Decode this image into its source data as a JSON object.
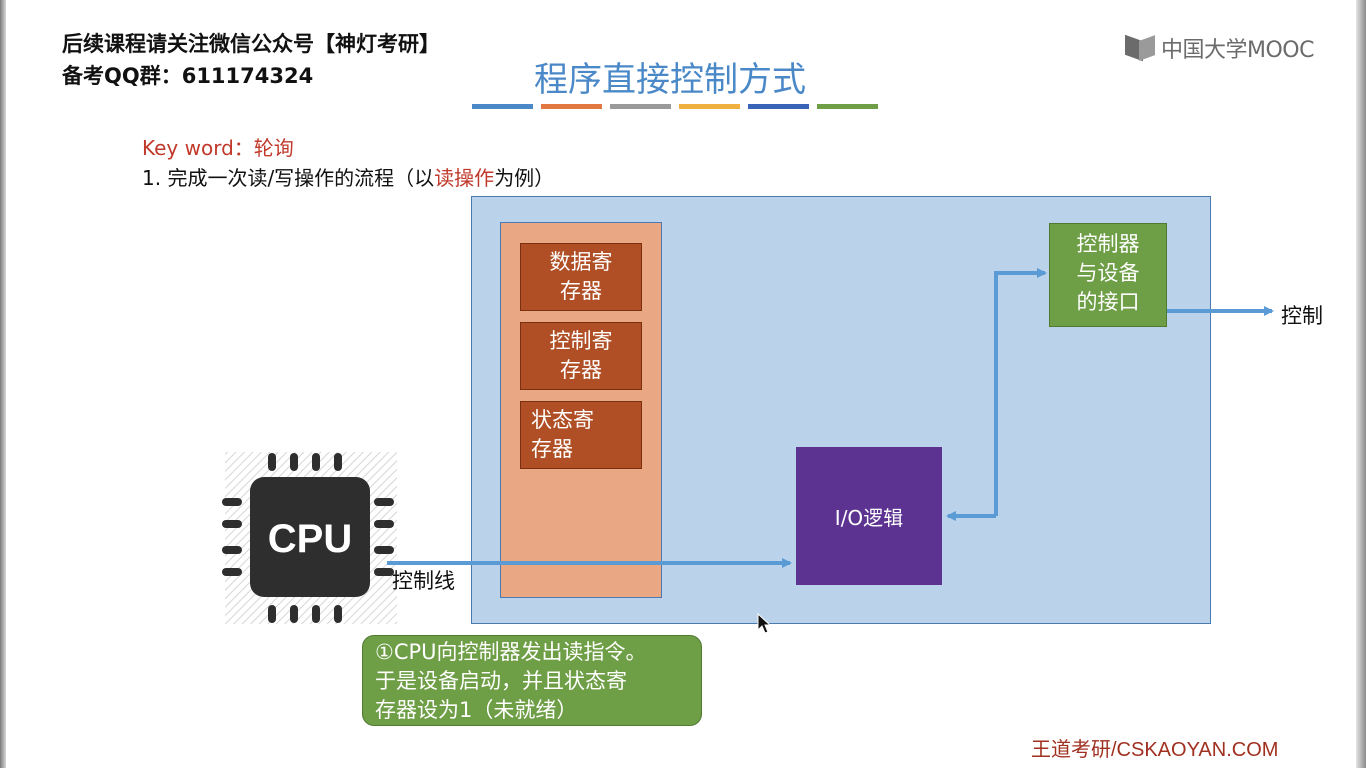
{
  "promo": {
    "line1": "后续课程请关注微信公众号【神灯考研】",
    "line2": "备考QQ群：611174324"
  },
  "logo": {
    "text": "中国大学MOOC"
  },
  "slide": {
    "title": "程序直接控制方式",
    "title_bar_colors": [
      "#4a88c8",
      "#e07840",
      "#9a9a9a",
      "#f0b040",
      "#3a64b8",
      "#6e9e46"
    ],
    "keyword": "Key word：轮询",
    "step": {
      "prefix": "1. 完成一次读/写操作的流程（以",
      "highlight": "读操作",
      "suffix": "为例）"
    }
  },
  "diagram": {
    "registers": [
      {
        "line1": "数据寄",
        "line2": "存器"
      },
      {
        "line1": "控制寄",
        "line2": "存器"
      },
      {
        "line1": "状态寄",
        "line2": "存器"
      }
    ],
    "io_logic": "I/O逻辑",
    "interface": {
      "line1": "控制器",
      "line2": "与设备",
      "line3": "的接口"
    },
    "control_output": "控制",
    "control_line": "控制线",
    "cpu_label": "CPU",
    "callout": {
      "line1": "①CPU向控制器发出读指令。",
      "line2": "于是设备启动，并且状态寄",
      "line3": "存器设为1（未就绪）"
    }
  },
  "footer": "王道考研/CSKAOYAN.COM",
  "colors": {
    "outer_box": "#bad3ea",
    "register_column": "#eaa784",
    "register": "#b04f25",
    "io_logic": "#5c3391",
    "interface": "#6e9e46",
    "arrow": "#5b9bd5"
  }
}
